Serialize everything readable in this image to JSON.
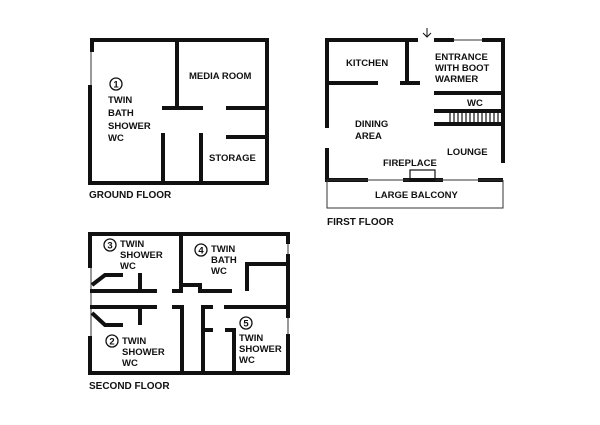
{
  "ground_floor": {
    "title": "GROUND FLOOR",
    "rooms": {
      "bedroom1": {
        "number": "1",
        "lines": [
          "TWIN",
          "BATH",
          "SHOWER",
          "WC"
        ]
      },
      "media_room": "MEDIA ROOM",
      "storage": "STORAGE"
    }
  },
  "first_floor": {
    "title": "FIRST FLOOR",
    "rooms": {
      "kitchen": "KITCHEN",
      "entrance": [
        "ENTRANCE",
        "WITH BOOT",
        "WARMER"
      ],
      "wc": "WC",
      "dining": [
        "DINING",
        "AREA"
      ],
      "lounge": "LOUNGE",
      "fireplace": "FIREPLACE",
      "balcony": "LARGE BALCONY"
    }
  },
  "second_floor": {
    "title": "SECOND FLOOR",
    "rooms": {
      "bedroom3": {
        "number": "3",
        "lines": [
          "TWIN",
          "SHOWER",
          "WC"
        ]
      },
      "bedroom4": {
        "number": "4",
        "lines": [
          "TWIN",
          "BATH",
          "WC"
        ]
      },
      "bedroom2": {
        "number": "2",
        "lines": [
          "TWIN",
          "SHOWER",
          "WC"
        ]
      },
      "bedroom5": {
        "number": "5",
        "lines": [
          "TWIN",
          "SHOWER",
          "WC"
        ]
      }
    }
  }
}
